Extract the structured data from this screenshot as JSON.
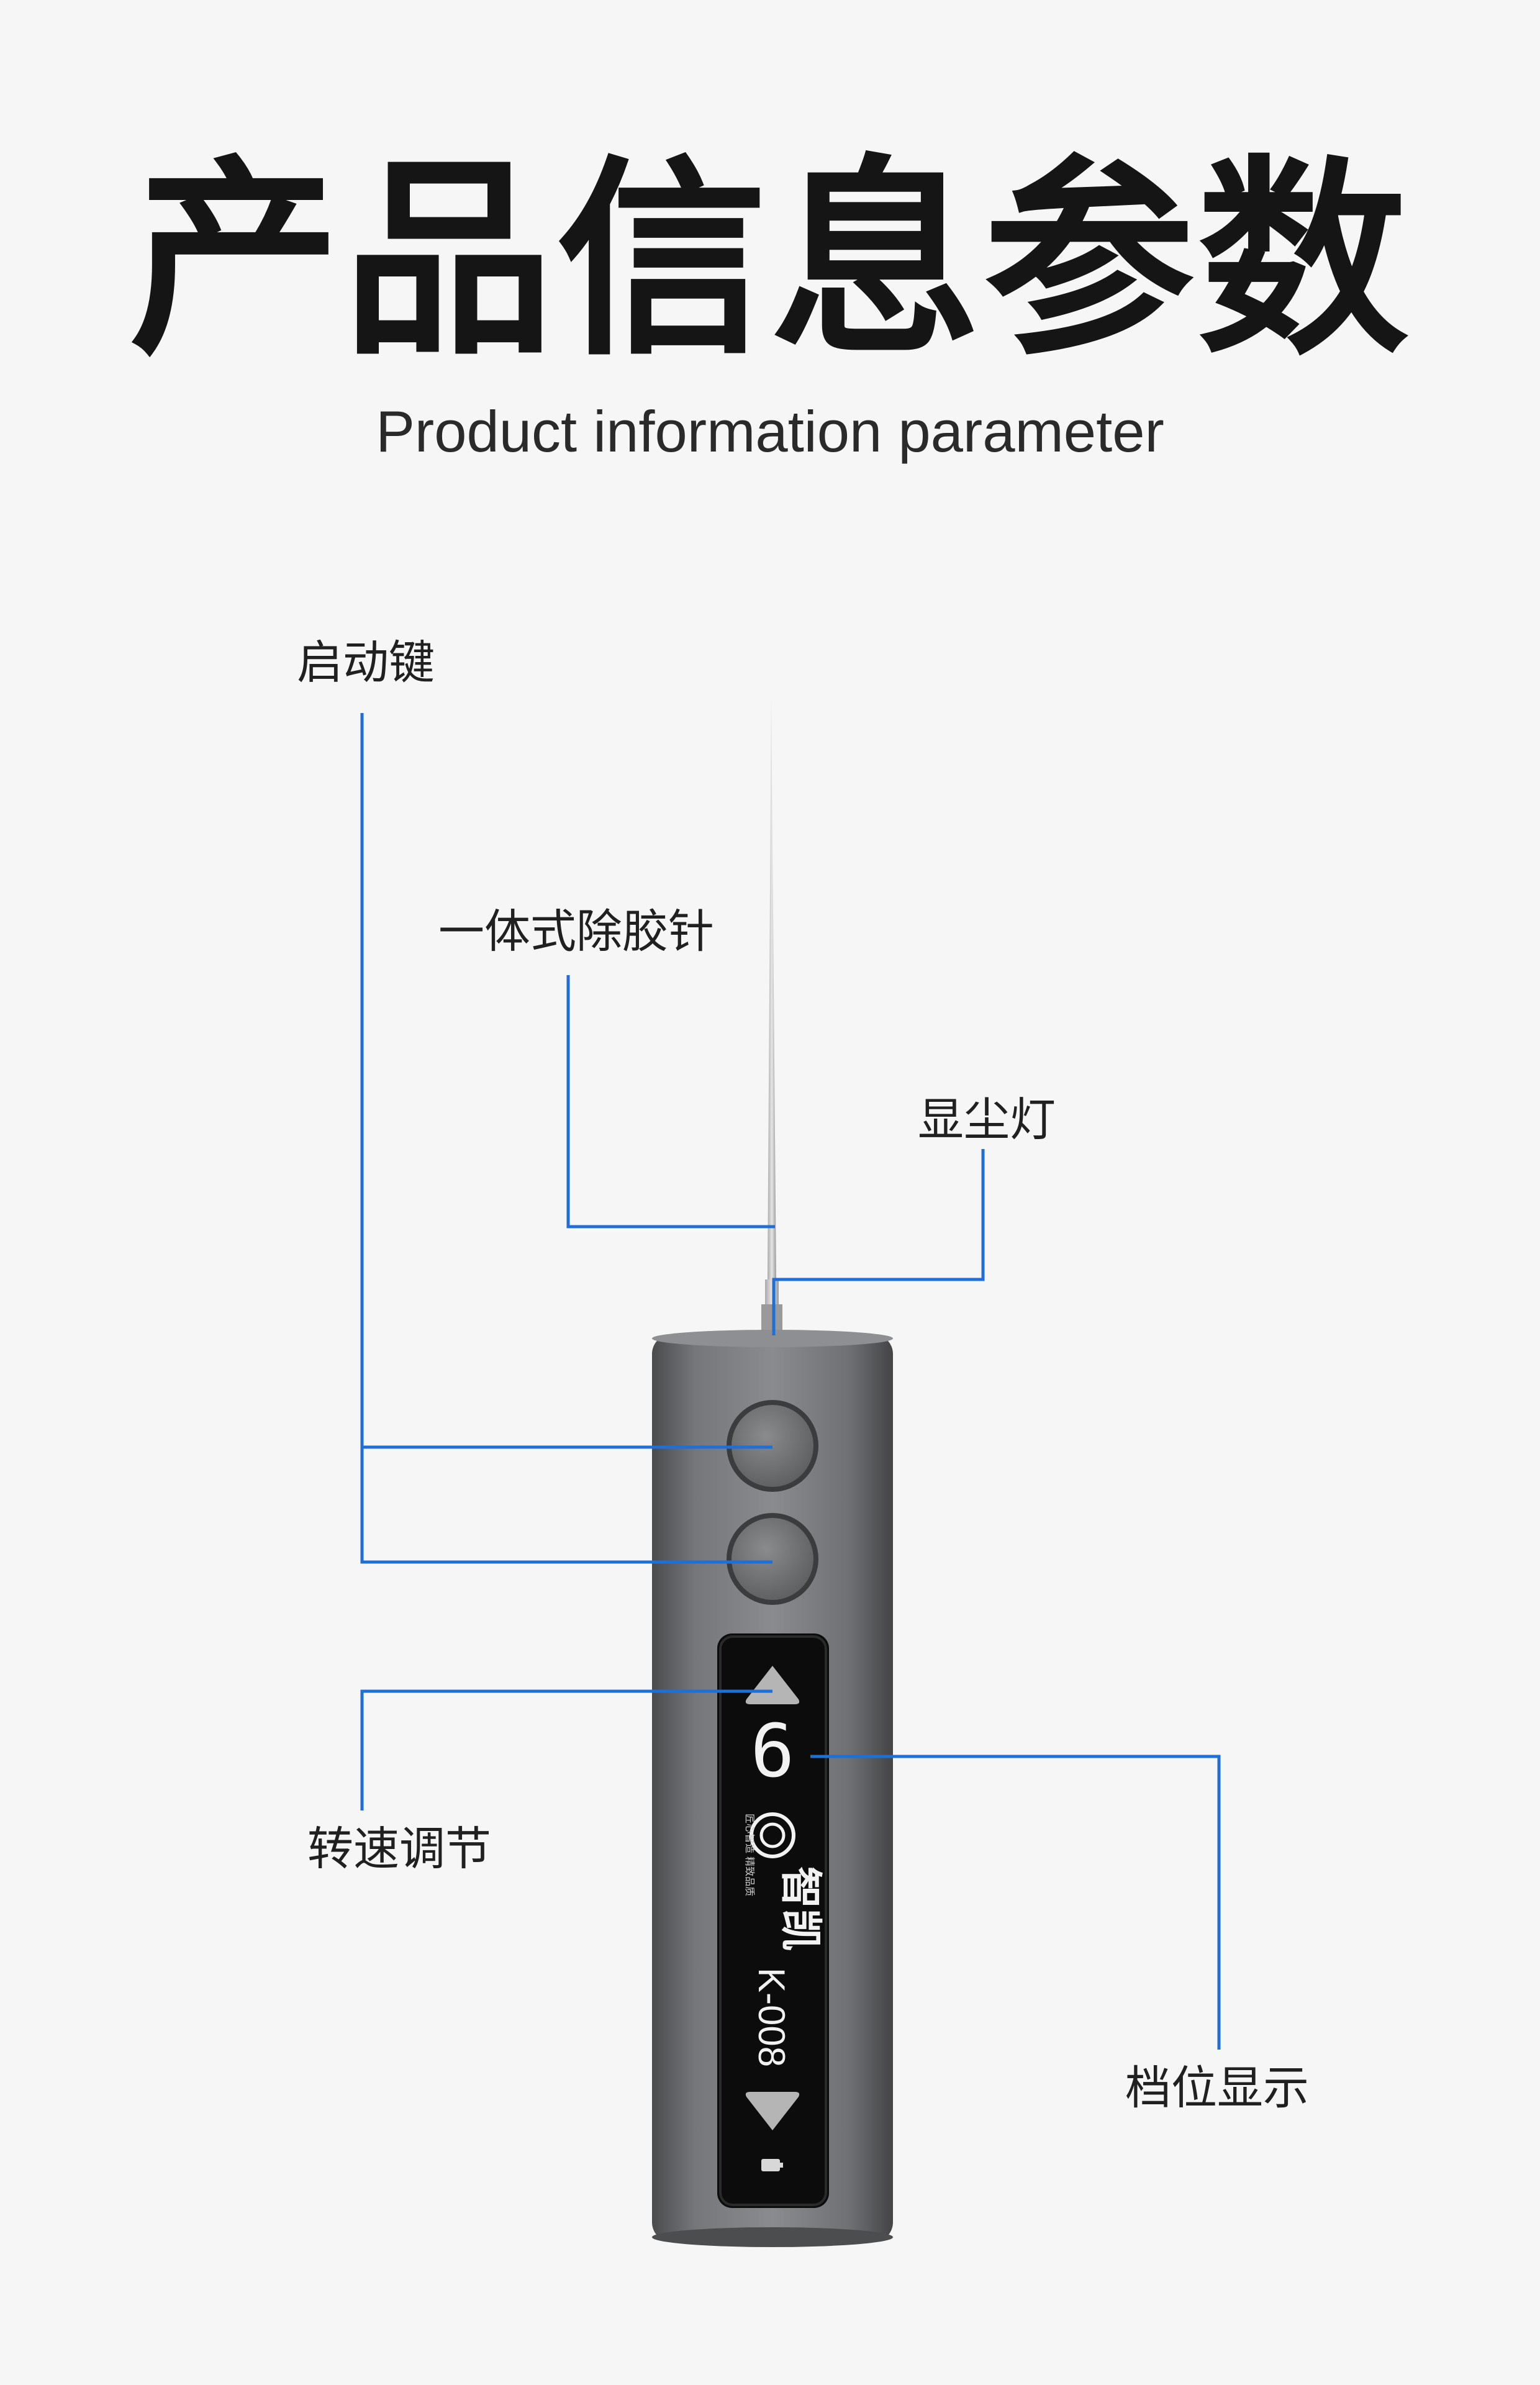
{
  "heading": {
    "title": "产品信息参数",
    "subtitle": "Product information parameter"
  },
  "callouts": {
    "start_key": "启动键",
    "needle": "一体式除胶针",
    "dust_light": "显尘灯",
    "speed_adjust": "转速调节",
    "gear_display": "档位显示"
  },
  "device": {
    "gear_level": "6",
    "brand": "智凯",
    "slogan": "匠心智造 精致品质",
    "model": "K-008"
  },
  "colors": {
    "leader_line": "#1f6fd6",
    "body": "#6b6c6e",
    "panel": "#0c0c0c",
    "display_text": "#f2f2f2"
  }
}
